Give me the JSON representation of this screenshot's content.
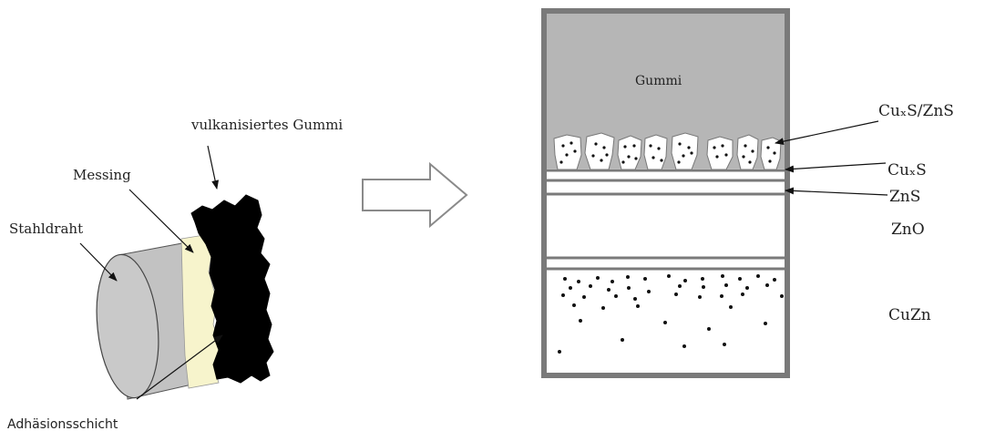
{
  "left_figure": {
    "label_rubber": "vulkanisiertes Gummi",
    "label_brass": "Messing",
    "label_wire": "Stahldraht",
    "label_adhesion": "Adhäsionsschicht"
  },
  "cross_section": {
    "label_rubber": "Gummi",
    "label_cuxs_zns": "CuₓS/ZnS",
    "label_cuxs": "CuₓS",
    "label_zns": "ZnS",
    "label_zno": "ZnO",
    "label_cuzn": "CuZn"
  },
  "colors": {
    "rubber_gray": "#b6b6b6",
    "frame_gray": "#7a7a7a",
    "brass_cream": "#f7f4cc",
    "wire_gray": "#c2c2c2",
    "vulcanized_black": "#000000"
  }
}
